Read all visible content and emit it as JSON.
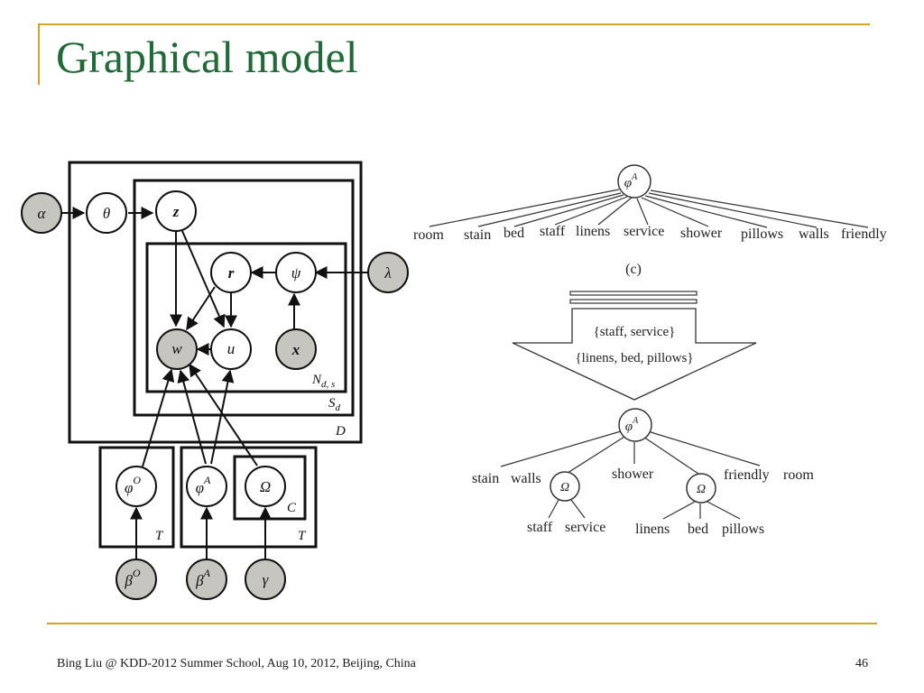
{
  "slide": {
    "title": "Graphical model",
    "footer": "Bing Liu @ KDD-2012 Summer School, Aug 10, 2012, Beijing, China",
    "page_number": "46"
  },
  "left_model": {
    "nodes": {
      "alpha": "α",
      "theta": "θ",
      "z": "z",
      "r": "r",
      "psi": "ψ",
      "lambda": "λ",
      "w": "w",
      "u": "u",
      "x": "x",
      "phi_O": "φ",
      "phi_O_sup": "O",
      "phi_A": "φ",
      "phi_A_sup": "A",
      "omega": "Ω",
      "gamma": "γ",
      "beta_O": "β",
      "beta_O_sup": "O",
      "beta_A": "β",
      "beta_A_sup": "A"
    },
    "plates": {
      "N": "N",
      "N_sub": "d, s",
      "S": "S",
      "S_sub": "d",
      "D": "D",
      "T1": "T",
      "C": "C",
      "T2": "T"
    }
  },
  "right_tree": {
    "top_node": "φ",
    "top_node_sup": "A",
    "top_words": [
      "room",
      "stain",
      "bed",
      "staff",
      "linens",
      "service",
      "shower",
      "pillows",
      "walls",
      "friendly"
    ],
    "caption": "(c)",
    "arrow_line1": "{staff, service}",
    "arrow_line2": "{linens, bed, pillows}",
    "bottom_node": "φ",
    "bottom_node_sup": "A",
    "bottom_words": [
      "stain",
      "walls",
      "shower",
      "friendly",
      "room"
    ],
    "omega_label": "Ω",
    "group1": [
      "staff",
      "service"
    ],
    "group2": [
      "linens",
      "bed",
      "pillows"
    ]
  }
}
